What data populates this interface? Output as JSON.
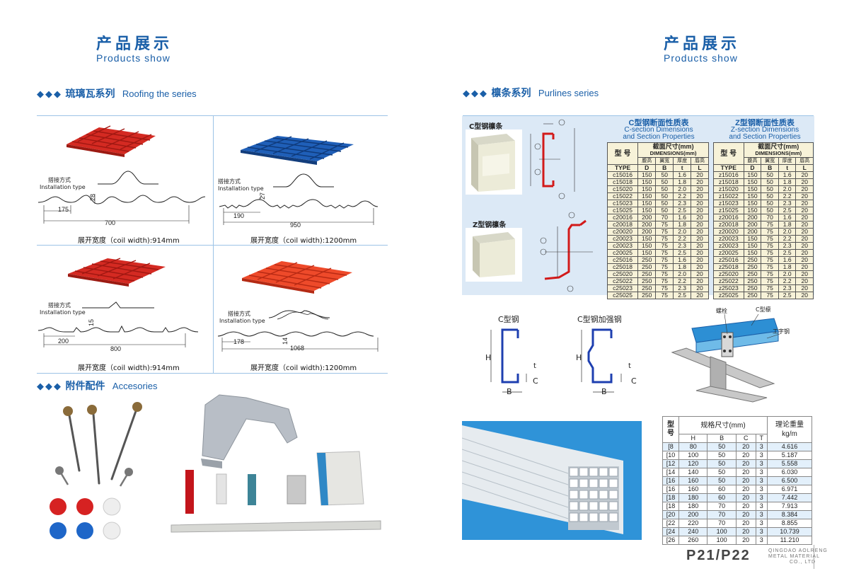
{
  "left_header": {
    "cn": "产品展示",
    "en": "Products show"
  },
  "right_header": {
    "cn": "产品展示",
    "en": "Products show"
  },
  "roofing": {
    "diamonds": "◆◆◆",
    "cn": "琉璃瓦系列",
    "en": "Roofing the series",
    "install_cn": "搭接方式",
    "install_en": "Installation type",
    "panels": [
      {
        "dims": [
          "175",
          "700",
          "28"
        ],
        "coil": "展开宽度（coil width):914mm"
      },
      {
        "dims": [
          "190",
          "950",
          "27"
        ],
        "coil": "展开宽度（coil width):1200mm"
      },
      {
        "dims": [
          "200",
          "800",
          "15"
        ],
        "coil": "展开宽度（coil width):914mm"
      },
      {
        "dims": [
          "178",
          "1068",
          "14"
        ],
        "coil": "展开宽度（coil width):1200mm"
      }
    ]
  },
  "accessories": {
    "diamonds": "◆◆◆",
    "cn": "附件配件",
    "en": "Accesories"
  },
  "purlines": {
    "diamonds": "◆◆◆",
    "cn": "檩条系列",
    "en": "Purlines series",
    "c_label": "C型钢檩条",
    "z_label": "Z型钢檩条",
    "c_table": {
      "title_cn": "C型钢断面性质表",
      "title_en1": "C-section Dimensions",
      "title_en2": "and Section Properties",
      "model_cn": "型 号",
      "dim_cn": "截面尺寸(mm)",
      "dim_en": "DIMENSIONS(mm)",
      "type": "TYPE",
      "sub_cn": [
        "腹高",
        "翼宽",
        "厚度",
        "唇高"
      ],
      "sub_en": [
        "D",
        "B",
        "t",
        "L"
      ],
      "rows": [
        [
          "c15016",
          "150",
          "50",
          "1.6",
          "20"
        ],
        [
          "c15018",
          "150",
          "50",
          "1.8",
          "20"
        ],
        [
          "c15020",
          "150",
          "50",
          "2.0",
          "20"
        ],
        [
          "c15022",
          "150",
          "50",
          "2.2",
          "20"
        ],
        [
          "c15023",
          "150",
          "50",
          "2.3",
          "20"
        ],
        [
          "c15025",
          "150",
          "50",
          "2.5",
          "20"
        ],
        [
          "c20016",
          "200",
          "70",
          "1.6",
          "20"
        ],
        [
          "c20018",
          "200",
          "75",
          "1.8",
          "20"
        ],
        [
          "c20020",
          "200",
          "75",
          "2.0",
          "20"
        ],
        [
          "c20023",
          "150",
          "75",
          "2.2",
          "20"
        ],
        [
          "c20023",
          "150",
          "75",
          "2.3",
          "20"
        ],
        [
          "c20025",
          "150",
          "75",
          "2.5",
          "20"
        ],
        [
          "c25016",
          "250",
          "75",
          "1.6",
          "20"
        ],
        [
          "c25018",
          "250",
          "75",
          "1.8",
          "20"
        ],
        [
          "c25020",
          "250",
          "75",
          "2.0",
          "20"
        ],
        [
          "c25022",
          "250",
          "75",
          "2.2",
          "20"
        ],
        [
          "c25023",
          "250",
          "75",
          "2.3",
          "20"
        ],
        [
          "c25025",
          "250",
          "75",
          "2.5",
          "20"
        ]
      ]
    },
    "z_table": {
      "title_cn": "Z型钢断面性质表",
      "title_en1": "Z-section Dimensions",
      "title_en2": "and Section Properties",
      "model_cn": "型 号",
      "dim_cn": "截面尺寸(mm)",
      "dim_en": "DIMENSIONS(mm)",
      "type": "TYPE",
      "sub_cn": [
        "腹高",
        "翼宽",
        "厚度",
        "唇高"
      ],
      "sub_en": [
        "D",
        "B",
        "t",
        "L"
      ],
      "rows": [
        [
          "z15016",
          "150",
          "50",
          "1.6",
          "20"
        ],
        [
          "z15018",
          "150",
          "50",
          "1.8",
          "20"
        ],
        [
          "z15020",
          "150",
          "50",
          "2.0",
          "20"
        ],
        [
          "z15022",
          "150",
          "50",
          "2.2",
          "20"
        ],
        [
          "z15023",
          "150",
          "50",
          "2.3",
          "20"
        ],
        [
          "z15025",
          "150",
          "50",
          "2.5",
          "20"
        ],
        [
          "z20016",
          "200",
          "70",
          "1.6",
          "20"
        ],
        [
          "z20018",
          "200",
          "75",
          "1.8",
          "20"
        ],
        [
          "z20020",
          "200",
          "75",
          "2.0",
          "20"
        ],
        [
          "z20023",
          "150",
          "75",
          "2.2",
          "20"
        ],
        [
          "z20023",
          "150",
          "75",
          "2.3",
          "20"
        ],
        [
          "z20025",
          "150",
          "75",
          "2.5",
          "20"
        ],
        [
          "z25016",
          "250",
          "75",
          "1.6",
          "20"
        ],
        [
          "z25018",
          "250",
          "75",
          "1.8",
          "20"
        ],
        [
          "z25020",
          "250",
          "75",
          "2.0",
          "20"
        ],
        [
          "z25022",
          "250",
          "75",
          "2.2",
          "20"
        ],
        [
          "z25023",
          "250",
          "75",
          "2.3",
          "20"
        ],
        [
          "z25025",
          "250",
          "75",
          "2.5",
          "20"
        ]
      ]
    },
    "c_steel": "C型钢",
    "c_steel_plus": "C型钢加强钢",
    "labels": {
      "H": "H",
      "B": "B",
      "C": "C",
      "t": "t"
    },
    "install_bolt": "螺栓",
    "install_c": "C型檩",
    "install_i": "工字钢"
  },
  "weight_table": {
    "model_cn": "型\n号",
    "spec_cn": "规格尺寸(mm)",
    "weight_cn": "理论重量",
    "weight_unit": "kg/m",
    "cols": [
      "H",
      "B",
      "C",
      "T"
    ],
    "rows": [
      [
        "[8",
        "80",
        "50",
        "20",
        "3",
        "4.616"
      ],
      [
        "[10",
        "100",
        "50",
        "20",
        "3",
        "5.187"
      ],
      [
        "[12",
        "120",
        "50",
        "20",
        "3",
        "5.558"
      ],
      [
        "[14",
        "140",
        "50",
        "20",
        "3",
        "6.030"
      ],
      [
        "[16",
        "160",
        "50",
        "20",
        "3",
        "6.500"
      ],
      [
        "[16",
        "160",
        "60",
        "20",
        "3",
        "6.971"
      ],
      [
        "[18",
        "180",
        "60",
        "20",
        "3",
        "7.442"
      ],
      [
        "[18",
        "180",
        "70",
        "20",
        "3",
        "7.913"
      ],
      [
        "[20",
        "200",
        "70",
        "20",
        "3",
        "8.384"
      ],
      [
        "[22",
        "220",
        "70",
        "20",
        "3",
        "8.855"
      ],
      [
        "[24",
        "240",
        "100",
        "20",
        "3",
        "10.739"
      ],
      [
        "[26",
        "260",
        "100",
        "20",
        "3",
        "11.210"
      ]
    ]
  },
  "page": {
    "number": "P21/P22",
    "company1": "QINGDAO AOLRENG",
    "company2": "METAL MATERIAL",
    "company3": "CO., LTD"
  },
  "colors": {
    "accent": "#1a5fa8",
    "line": "#9cc3e6",
    "roof_red": "#d42a22",
    "roof_blue": "#1f5fb8",
    "roof_orange": "#ee4a2a",
    "table_bg": "#f7f2d8",
    "panel_bg": "#dce9f6"
  }
}
